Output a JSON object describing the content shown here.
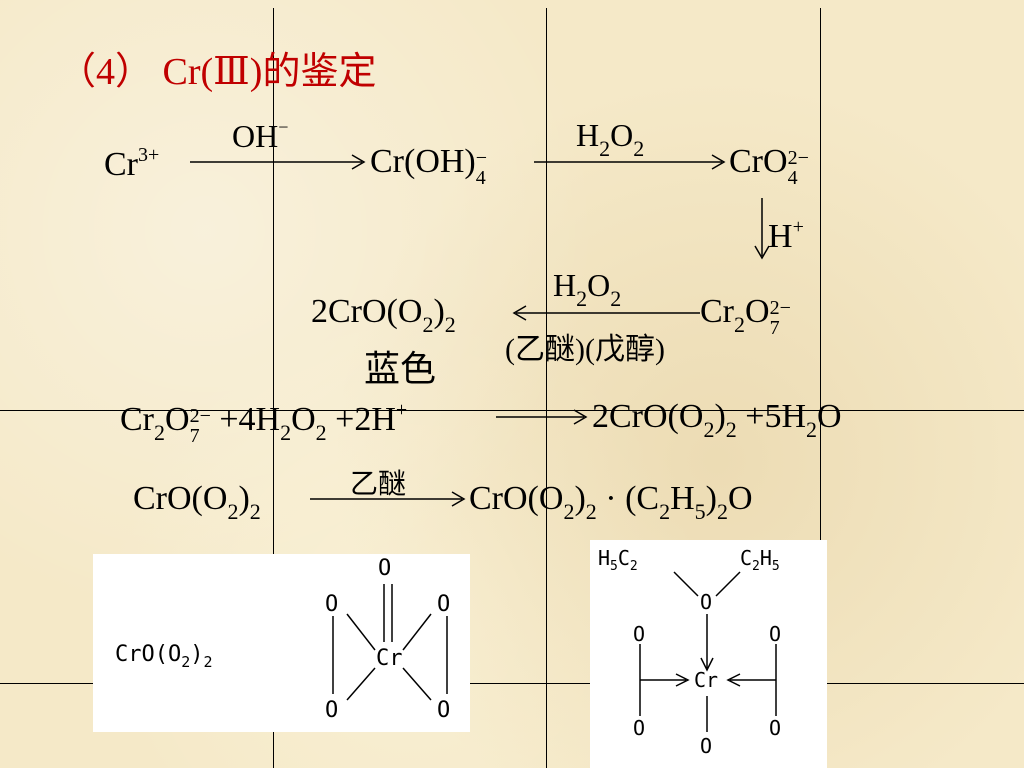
{
  "title": "（4） Cr(Ⅲ)的鉴定",
  "reaction1": {
    "cr": "Cr",
    "cr_charge": "3+",
    "arrow1_label": "OH",
    "arrow1_label_sup": "−",
    "intermediate": "Cr(OH)",
    "intermediate_sub": "4",
    "intermediate_sup": "−",
    "arrow2_label_h": "H",
    "arrow2_label_h_sub": "2",
    "arrow2_label_o": "O",
    "arrow2_label_o_sub": "2",
    "product": "CrO",
    "product_sub": "4",
    "product_sup": "2−",
    "down_label": "H",
    "down_label_sup": "+"
  },
  "reaction2": {
    "product": "2CrO(O",
    "product_sub": "2",
    "product_close": ")",
    "product_close_sub": "2",
    "arrow_label_h": "H",
    "arrow_label_h_sub": "2",
    "arrow_label_o": "O",
    "arrow_label_o_sub": "2",
    "arrow_condition": "(乙醚)(戊醇)",
    "reactant_cr": "Cr",
    "reactant_cr_sub": "2",
    "reactant_o": "O",
    "reactant_o_sub": "7",
    "reactant_sup": "2−",
    "color_label": "蓝色"
  },
  "reaction3": {
    "r1": "Cr",
    "r1_sub": "2",
    "r1_o": "O",
    "r1_o_sub": "7",
    "r1_sup": "2−",
    "plus1": "+",
    "r2": "4H",
    "r2_sub": "2",
    "r2_o": "O",
    "r2_o_sub": "2",
    "plus2": "+",
    "r3": "2H",
    "r3_sup": "+",
    "p1": "2CrO(O",
    "p1_sub": "2",
    "p1_close": ")",
    "p1_close_sub": "2",
    "plus3": "+",
    "p2": "5H",
    "p2_sub": "2",
    "p2_o": "O"
  },
  "reaction4": {
    "r": "CrO(O",
    "r_sub": "2",
    "r_close": ")",
    "r_close_sub": "2",
    "arrow_label": "乙醚",
    "p": "CrO(O",
    "p_sub": "2",
    "p_close": ")",
    "p_close_sub": "2",
    "dot": "·",
    "p_paren": "(C",
    "p_c_sub": "2",
    "p_h": "H",
    "p_h_sub": "5",
    "p_close2": ")",
    "p_close2_sub": "2",
    "p_o": "O"
  },
  "structure1": {
    "formula": "CrO(O",
    "formula_sub": "2",
    "formula_close": ")",
    "formula_close_sub": "2",
    "top_o": "O",
    "ul_o": "O",
    "ur_o": "O",
    "center": "Cr",
    "ll_o": "O",
    "lr_o": "O"
  },
  "structure2": {
    "left_group": "H",
    "left_group_sub": "5",
    "left_group_c": "C",
    "left_group_c_sub": "2",
    "right_group": "C",
    "right_group_sub": "2",
    "right_group_h": "H",
    "right_group_h_sub": "5",
    "ether_o": "O",
    "ul_o": "O",
    "ur_o": "O",
    "center": "Cr",
    "ll_o": "O",
    "lr_o": "O",
    "bottom_o": "O"
  }
}
